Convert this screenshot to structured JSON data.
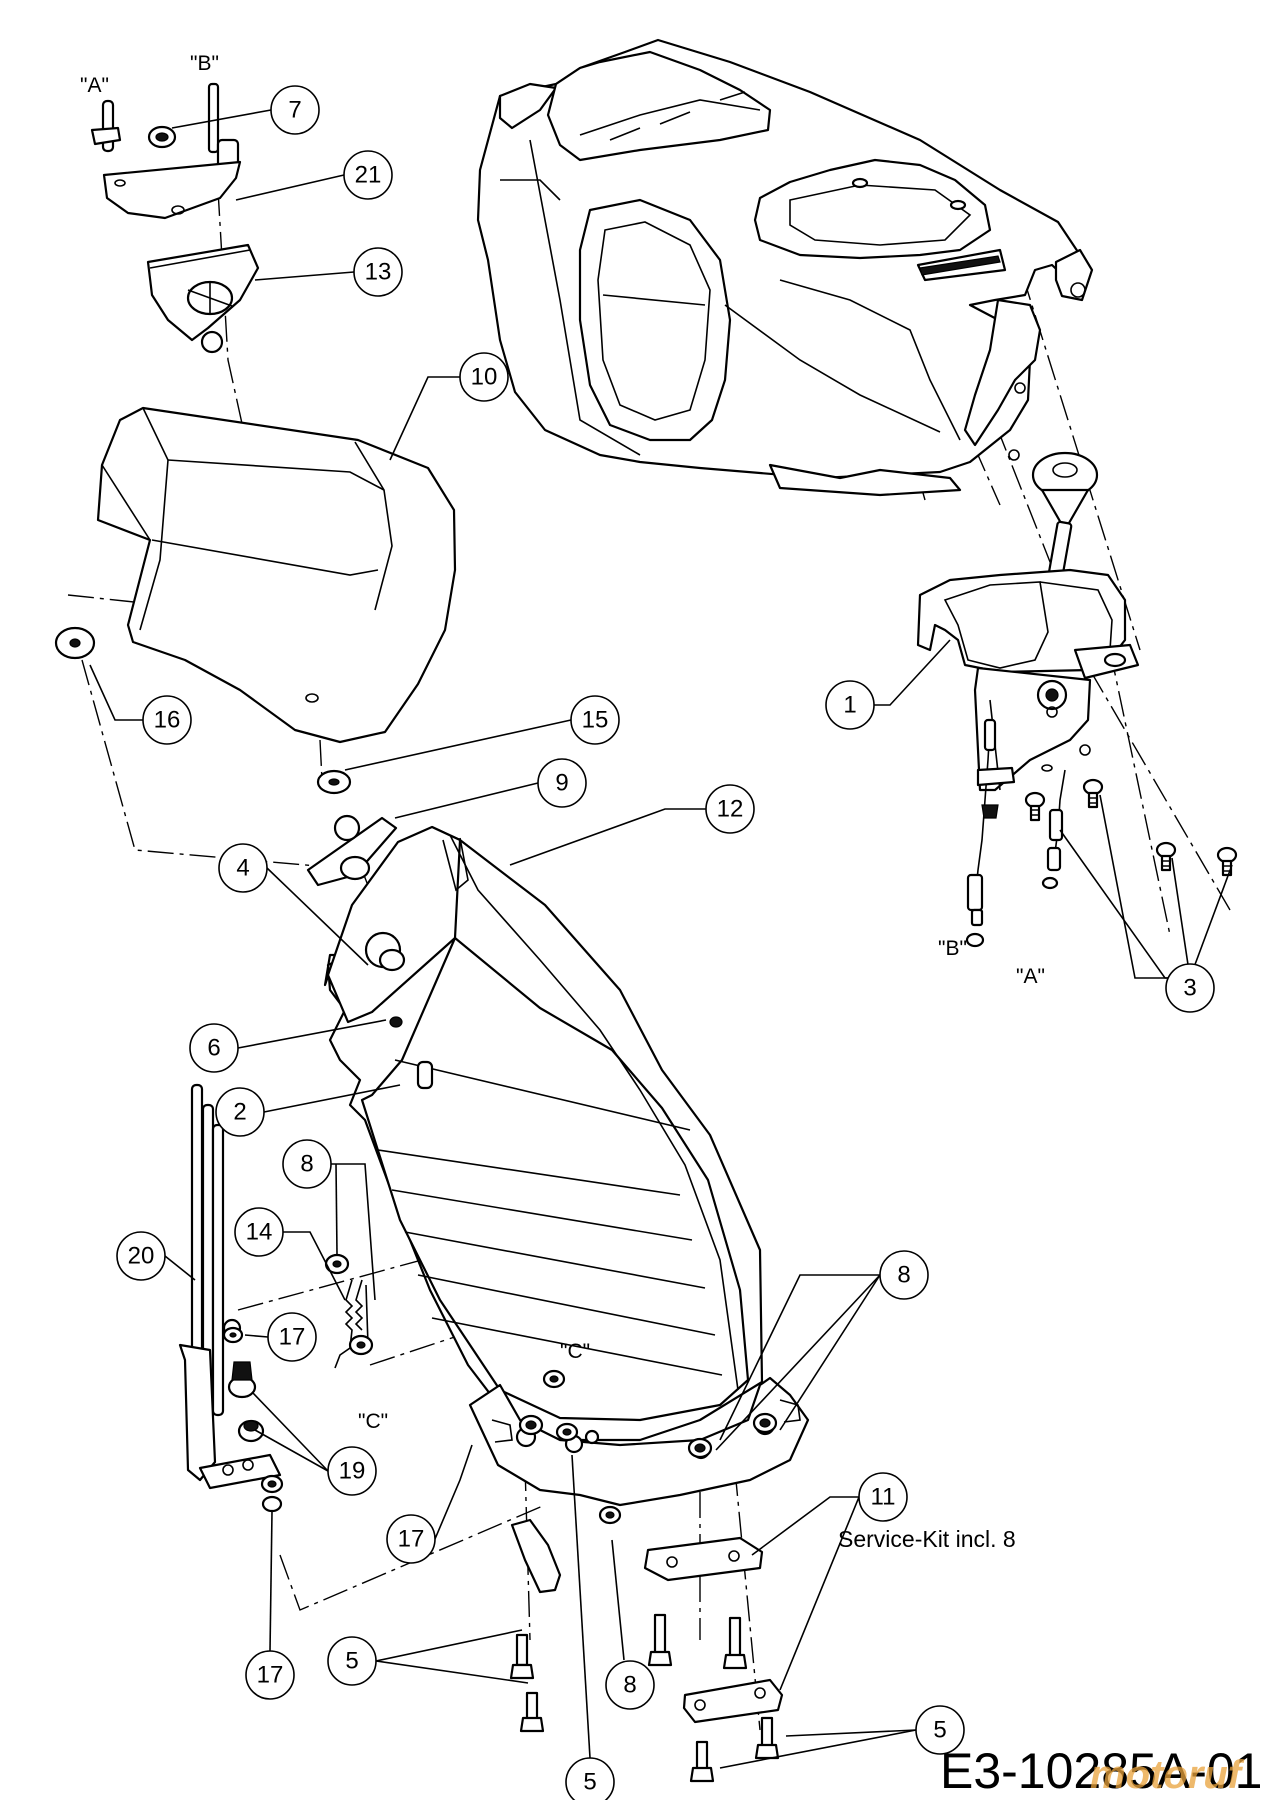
{
  "callouts": [
    {
      "id": "c7",
      "text": "7"
    },
    {
      "id": "c21",
      "text": "21"
    },
    {
      "id": "c13",
      "text": "13"
    },
    {
      "id": "c10",
      "text": "10"
    },
    {
      "id": "c16",
      "text": "16"
    },
    {
      "id": "c15",
      "text": "15"
    },
    {
      "id": "c9",
      "text": "9"
    },
    {
      "id": "c12",
      "text": "12"
    },
    {
      "id": "c4",
      "text": "4"
    },
    {
      "id": "c6",
      "text": "6"
    },
    {
      "id": "c2",
      "text": "2"
    },
    {
      "id": "c8a",
      "text": "8"
    },
    {
      "id": "c14",
      "text": "14"
    },
    {
      "id": "c20",
      "text": "20"
    },
    {
      "id": "c17a",
      "text": "17"
    },
    {
      "id": "c19",
      "text": "19"
    },
    {
      "id": "c17b",
      "text": "17"
    },
    {
      "id": "c17c",
      "text": "17"
    },
    {
      "id": "c5a",
      "text": "5"
    },
    {
      "id": "c8b",
      "text": "8"
    },
    {
      "id": "c5b",
      "text": "5"
    },
    {
      "id": "c8c",
      "text": "8"
    },
    {
      "id": "c11",
      "text": "11"
    },
    {
      "id": "c5c",
      "text": "5"
    },
    {
      "id": "c1",
      "text": "1"
    },
    {
      "id": "c3",
      "text": "3"
    }
  ],
  "labels": {
    "a_top": "\"A\"",
    "b_top": "\"B\"",
    "a_right": "\"A\"",
    "b_right": "\"B\"",
    "c_top": "\"C\"",
    "c_bottom": "\"C\""
  },
  "service_note": "Service-Kit incl. 8",
  "diagram_code": "E3-10285A-01",
  "watermark": "motoruf"
}
